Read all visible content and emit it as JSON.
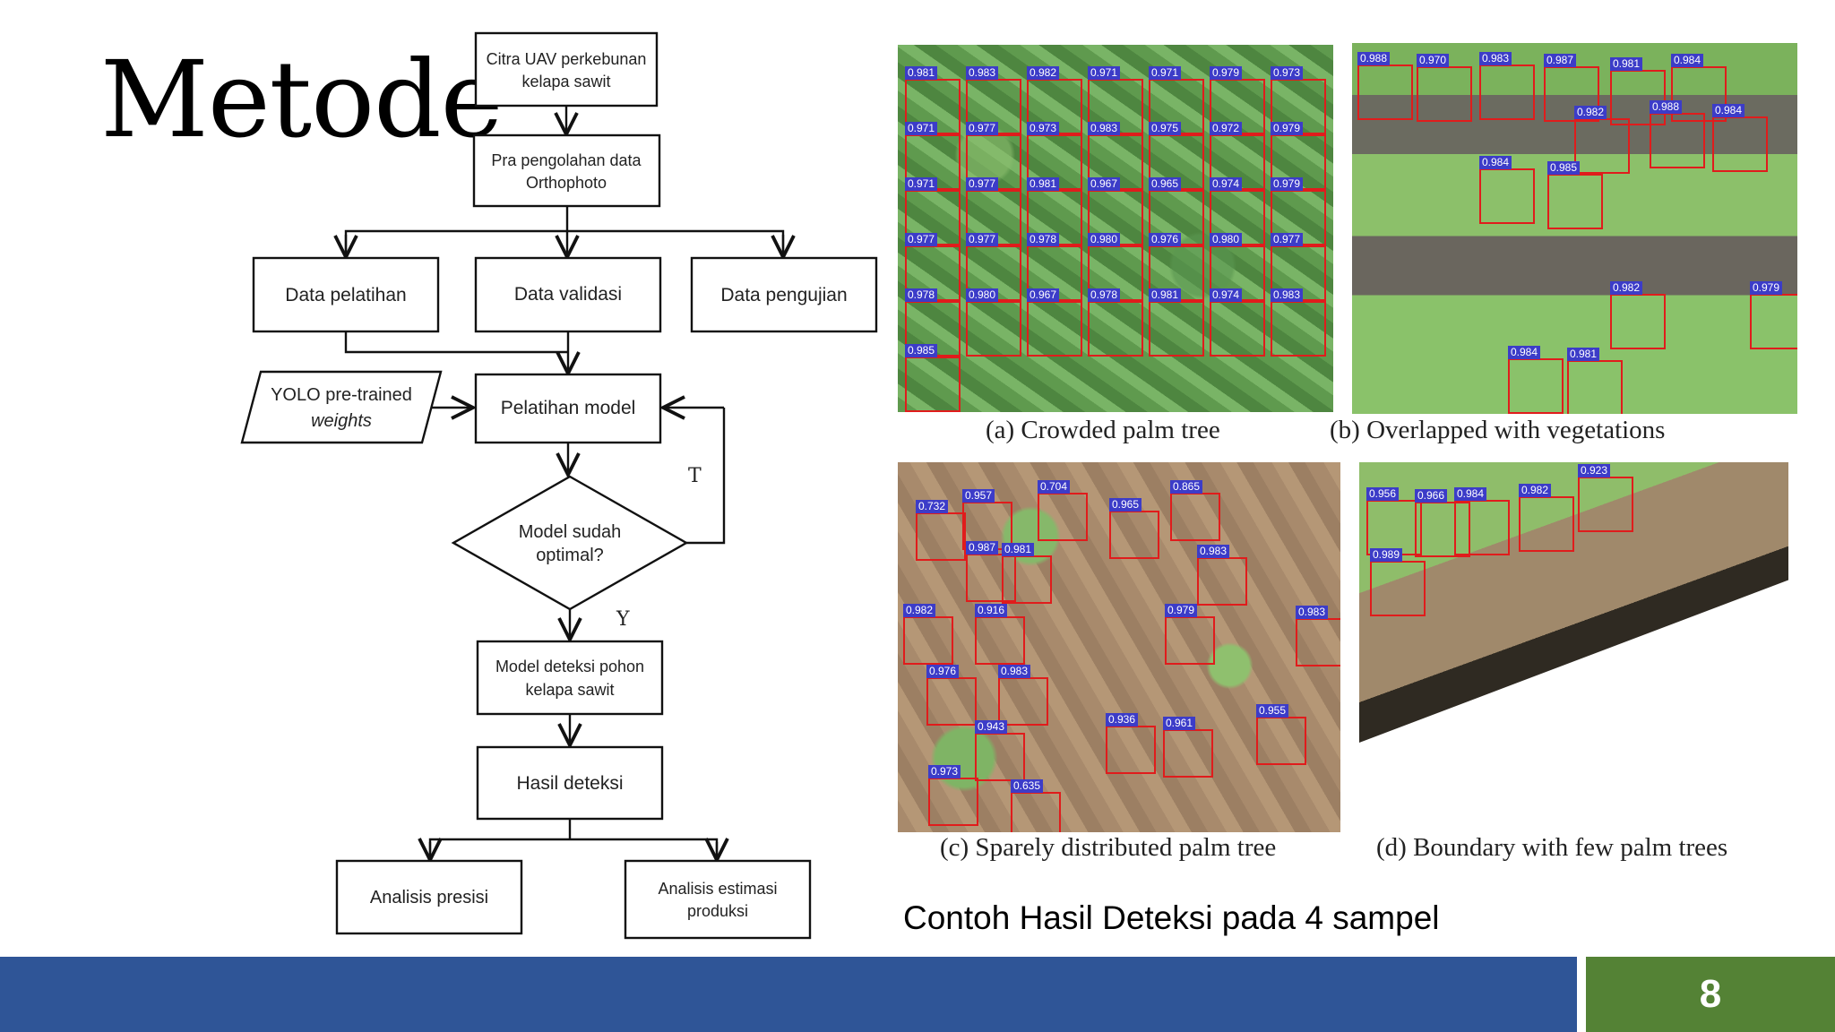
{
  "slide": {
    "title": "Metode",
    "subtitle": "Contoh Hasil Deteksi pada 4 sampel",
    "page_number": "8"
  },
  "flowchart": {
    "nodes": {
      "input": [
        "Citra UAV perkebunan",
        "kelapa sawit"
      ],
      "preprocess": [
        "Pra pengolahan data",
        "Orthophoto"
      ],
      "train_data": [
        "Data pelatihan"
      ],
      "val_data": [
        "Data validasi"
      ],
      "test_data": [
        "Data pengujian"
      ],
      "weights": [
        "YOLO pre-trained",
        "weights"
      ],
      "training": [
        "Pelatihan model"
      ],
      "decision": [
        "Model sudah",
        "optimal?"
      ],
      "model": [
        "Model deteksi pohon",
        "kelapa sawit"
      ],
      "result": [
        "Hasil deteksi"
      ],
      "precision": [
        "Analisis presisi"
      ],
      "estimation": [
        "Analisis estimasi",
        "produksi"
      ]
    },
    "edge_labels": {
      "no": "T",
      "yes": "Y"
    }
  },
  "panels": [
    {
      "id": "a",
      "caption": "(a) Crowded palm tree",
      "scores": [
        "0.981",
        "0.983",
        "0.982",
        "0.971",
        "0.971",
        "0.979",
        "0.973",
        "0.971",
        "0.977",
        "0.973",
        "0.983",
        "0.975",
        "0.972",
        "0.979",
        "0.971",
        "0.977",
        "0.981",
        "0.967",
        "0.965",
        "0.974",
        "0.979",
        "0.977",
        "0.977",
        "0.978",
        "0.980",
        "0.976",
        "0.980",
        "0.977",
        "0.978",
        "0.980",
        "0.967",
        "0.978",
        "0.981",
        "0.974",
        "0.983",
        "0.985"
      ]
    },
    {
      "id": "b",
      "caption": "(b) Overlapped with vegetations",
      "scores": [
        "0.988",
        "0.970",
        "0.983",
        "0.987",
        "0.981",
        "0.984",
        "0.982",
        "0.988",
        "0.984",
        "0.984",
        "0.985",
        "0.982",
        "0.984",
        "0.981",
        "0.979"
      ]
    },
    {
      "id": "c",
      "caption": "(c) Sparely distributed palm tree",
      "scores": [
        "0.732",
        "0.957",
        "0.704",
        "0.965",
        "0.865",
        "0.987",
        "0.981",
        "0.983",
        "0.982",
        "0.916",
        "0.979",
        "0.983",
        "0.976",
        "0.983",
        "0.955",
        "0.943",
        "0.936",
        "0.961",
        "0.973",
        "0.635"
      ]
    },
    {
      "id": "d",
      "caption": "(d) Boundary with few palm trees",
      "scores": [
        "0.956",
        "0.966",
        "0.984",
        "0.982",
        "0.923",
        "0.989"
      ]
    }
  ],
  "colors": {
    "footer_blue": "#2f5597",
    "footer_green": "#548235",
    "box_red": "#e01c1c",
    "label_blue": "#3c3cc8"
  }
}
